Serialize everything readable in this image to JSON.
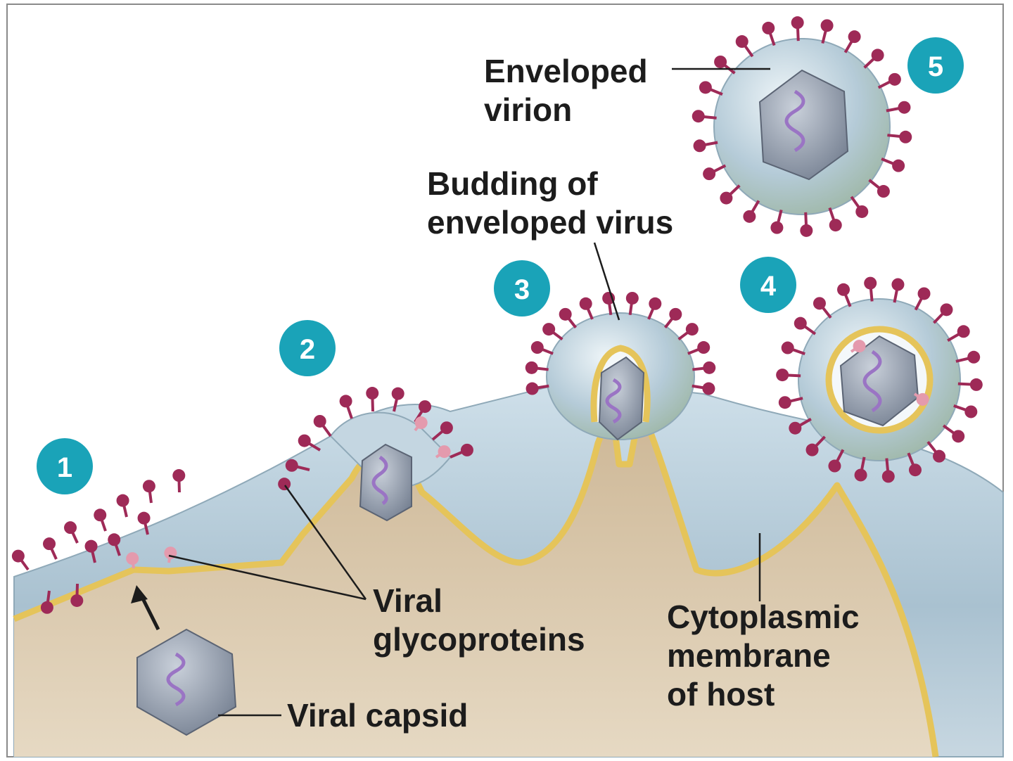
{
  "labels": {
    "enveloped_virion": [
      "Enveloped",
      "virion"
    ],
    "budding": [
      "Budding of",
      "enveloped virus"
    ],
    "glycoproteins": [
      "Viral",
      "glycoproteins"
    ],
    "capsid": [
      "Viral capsid"
    ],
    "membrane": [
      "Cytoplasmic",
      "membrane",
      "of host"
    ]
  },
  "steps": [
    "1",
    "2",
    "3",
    "4",
    "5"
  ],
  "colors": {
    "badge": "#1aa3b8",
    "membrane": "#e5c45a",
    "cytoplasm": "#d8c7aa",
    "envelope": "#b9cfdc",
    "spike": "#9e2a57",
    "spike_light": "#e49aad",
    "capsid": "#8c96a6",
    "genome": "#9a74c4",
    "background": "#ffffff"
  }
}
